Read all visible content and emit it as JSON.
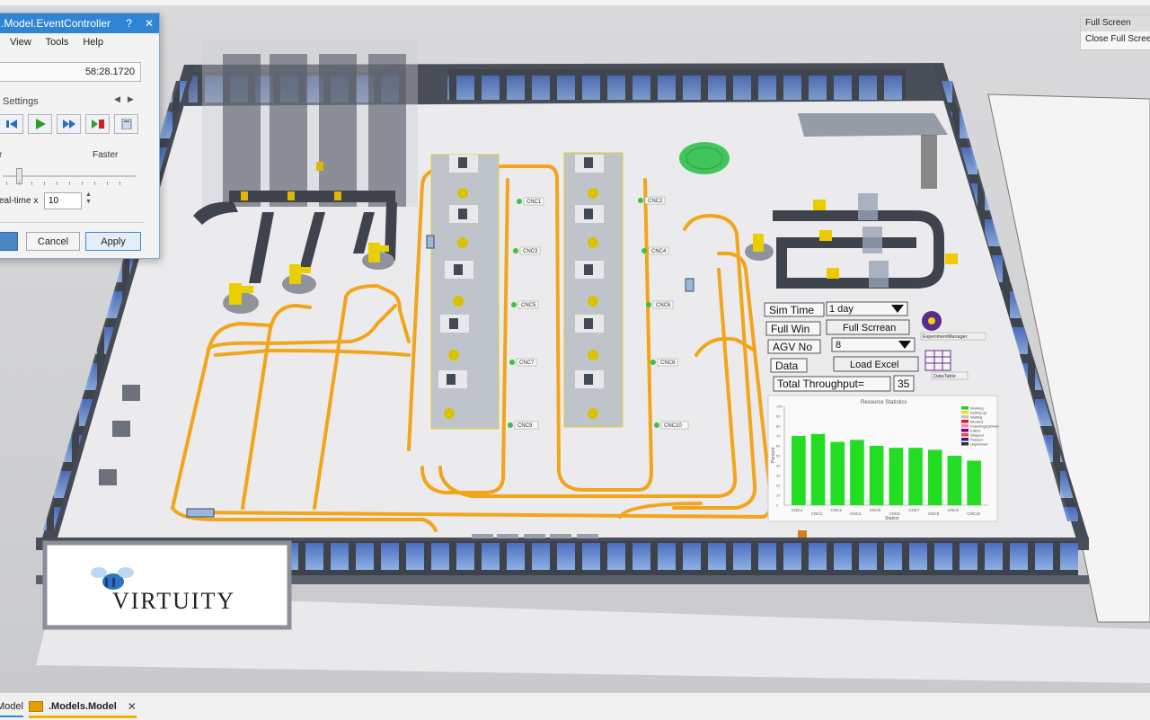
{
  "dialog": {
    "title": ".Model.EventController",
    "help_icon": "?",
    "close_icon": "✕",
    "menu": [
      "View",
      "Tools",
      "Help"
    ],
    "time_value": "58:28.1720",
    "settings_label": "Settings",
    "slower_label": "r",
    "faster_label": "Faster",
    "realtime_label": "eal-time x",
    "realtime_value": "10",
    "cancel_label": "Cancel",
    "apply_label": "Apply",
    "controls": [
      "reset-icon",
      "play-icon",
      "fast-forward-icon",
      "stop-icon",
      "calculator-icon"
    ]
  },
  "fullscreen_popup": {
    "items": [
      "Full Screen",
      "Close Full Screen"
    ]
  },
  "logo": {
    "text": "VIRTUITY"
  },
  "panel": {
    "sim_time_label": "Sim Time",
    "sim_time_value": "1 day",
    "full_win_label": "Full Win",
    "full_screen_button": "Full Scrrean",
    "agv_no_label": "AGV No",
    "agv_no_value": "8",
    "data_label": "Data",
    "load_excel_button": "Load Excel",
    "throughput_label": "Total Throughput=",
    "throughput_value": "35",
    "experiment_manager_label": "ExperimentManager",
    "datatable_label": "DataTable"
  },
  "cnc_labels": {
    "left": [
      "CNC1",
      "CNC3",
      "CNC5",
      "CNC7",
      "CNC9"
    ],
    "right": [
      "CNC2",
      "CNC4",
      "CNC6",
      "CNC8",
      "CNC10"
    ]
  },
  "chart_data": {
    "type": "bar",
    "title": "Resource Statistics",
    "xlabel": "Station",
    "ylabel": "Percent",
    "ylim": [
      0,
      100
    ],
    "categories": [
      "CNC1",
      "CNC2",
      "CNC3",
      "CNC4",
      "CNC5",
      "CNC6",
      "CNC7",
      "CNC8",
      "CNC9",
      "CNC10"
    ],
    "values": [
      70,
      72,
      64,
      66,
      60,
      58,
      58,
      56,
      50,
      45
    ],
    "legend": [
      "Working",
      "Setting-up",
      "Waiting",
      "Blocked",
      "PoweringUpDown",
      "Failed",
      "Stopped",
      "Paused",
      "Unplanned"
    ],
    "legend_colors": [
      "#22d022",
      "#f0e020",
      "#c8c8c8",
      "#e02020",
      "#ff80c0",
      "#800080",
      "#ff4040",
      "#2020a0",
      "#303030"
    ]
  },
  "tabs": [
    {
      "label": "Model"
    },
    {
      "label": ".Models.Model",
      "close": "✕"
    }
  ],
  "colors": {
    "track": "#f2a51a",
    "floor": "#ebebed",
    "wall": "#3b3f4a",
    "bar": "#22dd22",
    "robot": "#f0d400",
    "title_bar": "#2f84d4"
  }
}
